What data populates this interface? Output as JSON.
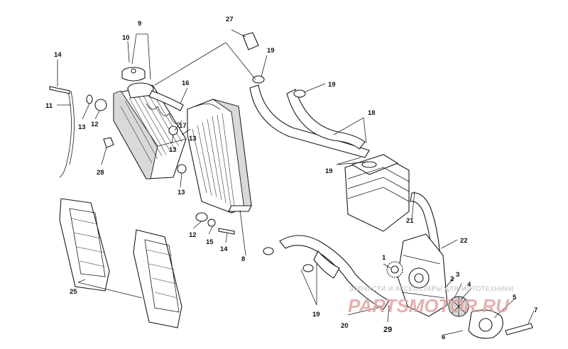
{
  "callouts": {
    "c1": "1",
    "c2": "2",
    "c3": "3",
    "c4": "4",
    "c5": "5",
    "c6": "6",
    "c7": "7",
    "c8": "8",
    "c9": "9",
    "c10": "10",
    "c11": "11",
    "c12a": "12",
    "c12b": "12",
    "c13a": "13",
    "c13b": "13",
    "c13c": "13",
    "c14a": "14",
    "c14b": "14",
    "c15": "15",
    "c16": "16",
    "c17": "17",
    "c18": "18",
    "c19a": "19",
    "c19b": "19",
    "c19c": "19",
    "c19d": "19",
    "c20": "20",
    "c21": "21",
    "c22": "22",
    "c25": "25",
    "c27": "27",
    "c28": "28",
    "c29": "29"
  },
  "watermark": {
    "tagline": "ЗАПЧАСТИ И АКСЕССУАРЫ ДЛЯ МОТОТЕХНИКИ",
    "logo": "PARTSMOTOR.RU",
    "logo_color": "#e3a3a3"
  }
}
